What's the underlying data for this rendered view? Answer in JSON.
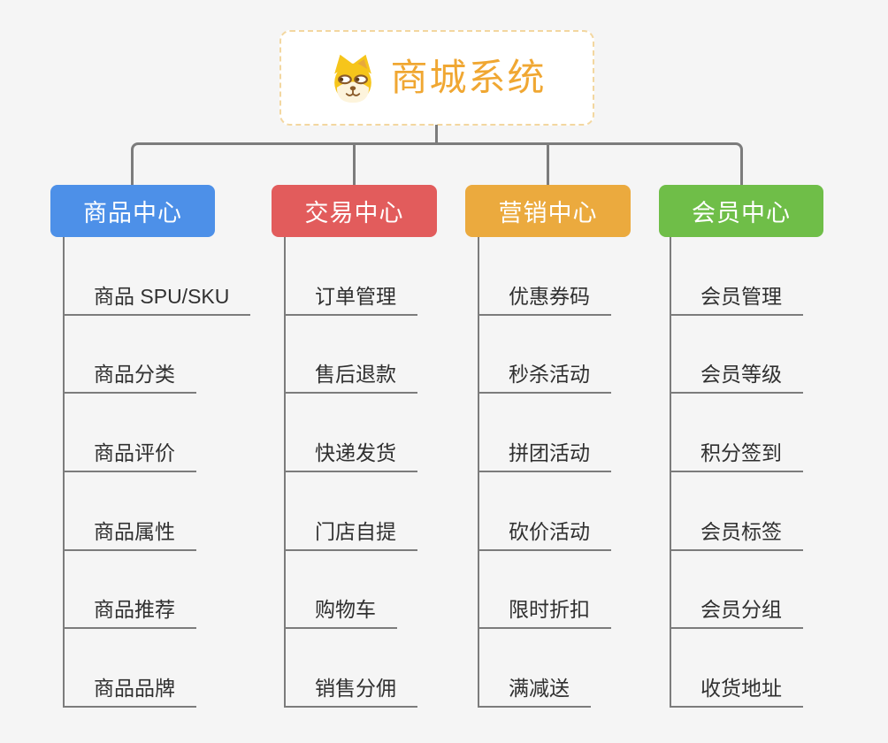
{
  "canvas": {
    "background_color": "#f5f5f5",
    "connector_color": "#7c7c7c"
  },
  "root": {
    "title": "商城系统",
    "icon": "shiba-dog-icon",
    "title_color": "#f0a732",
    "border_color": "#f3d7a0"
  },
  "branches": [
    {
      "label": "商品中心",
      "color": "#4d90e8",
      "children": [
        "商品 SPU/SKU",
        "商品分类",
        "商品评价",
        "商品属性",
        "商品推荐",
        "商品品牌"
      ]
    },
    {
      "label": "交易中心",
      "color": "#e25c5c",
      "children": [
        "订单管理",
        "售后退款",
        "快递发货",
        "门店自提",
        "购物车",
        "销售分佣"
      ]
    },
    {
      "label": "营销中心",
      "color": "#ebaa3e",
      "children": [
        "优惠券码",
        "秒杀活动",
        "拼团活动",
        "砍价活动",
        "限时折扣",
        "满减送"
      ]
    },
    {
      "label": "会员中心",
      "color": "#6fbe48",
      "children": [
        "会员管理",
        "会员等级",
        "积分签到",
        "会员标签",
        "会员分组",
        "收货地址"
      ]
    }
  ]
}
